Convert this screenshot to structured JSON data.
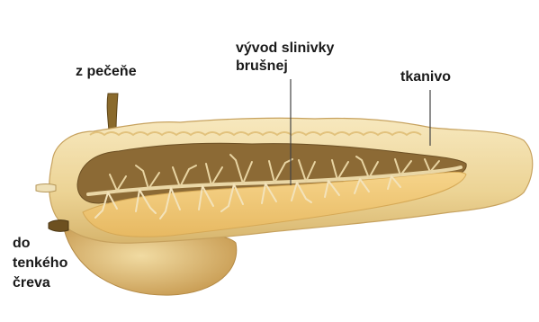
{
  "labels": {
    "from_liver": "z pečeňe",
    "duct_line1": "vývod slinivky",
    "duct_line2": "brušnej",
    "tissue": "tkanivo",
    "intestine_line1": "do",
    "intestine_line2": "tenkého",
    "intestine_line3": "čreva"
  },
  "colors": {
    "background": "#ffffff",
    "outer_tissue": "#f0d9a0",
    "outer_tissue_shadow": "#c9a65f",
    "inner_tissue": "#8c6a35",
    "cut_surface": "#f2c879",
    "duct": "#e9d6a8",
    "pointer_line": "#444444"
  }
}
